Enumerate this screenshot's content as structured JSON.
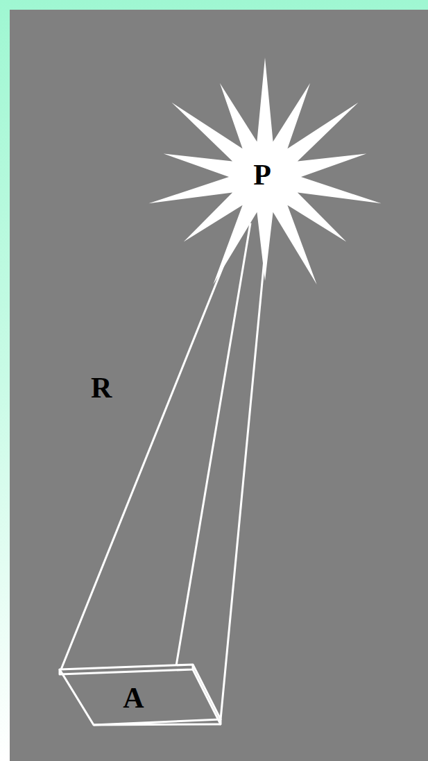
{
  "diagram": {
    "nodes": [
      {
        "text": [
          "P"
        ]
      },
      {
        "text": [
          "A"
        ]
      }
    ],
    "edges": [
      {
        "from": 0,
        "to": 1,
        "arrow": "none"
      }
    ],
    "labels": [
      "R"
    ]
  }
}
